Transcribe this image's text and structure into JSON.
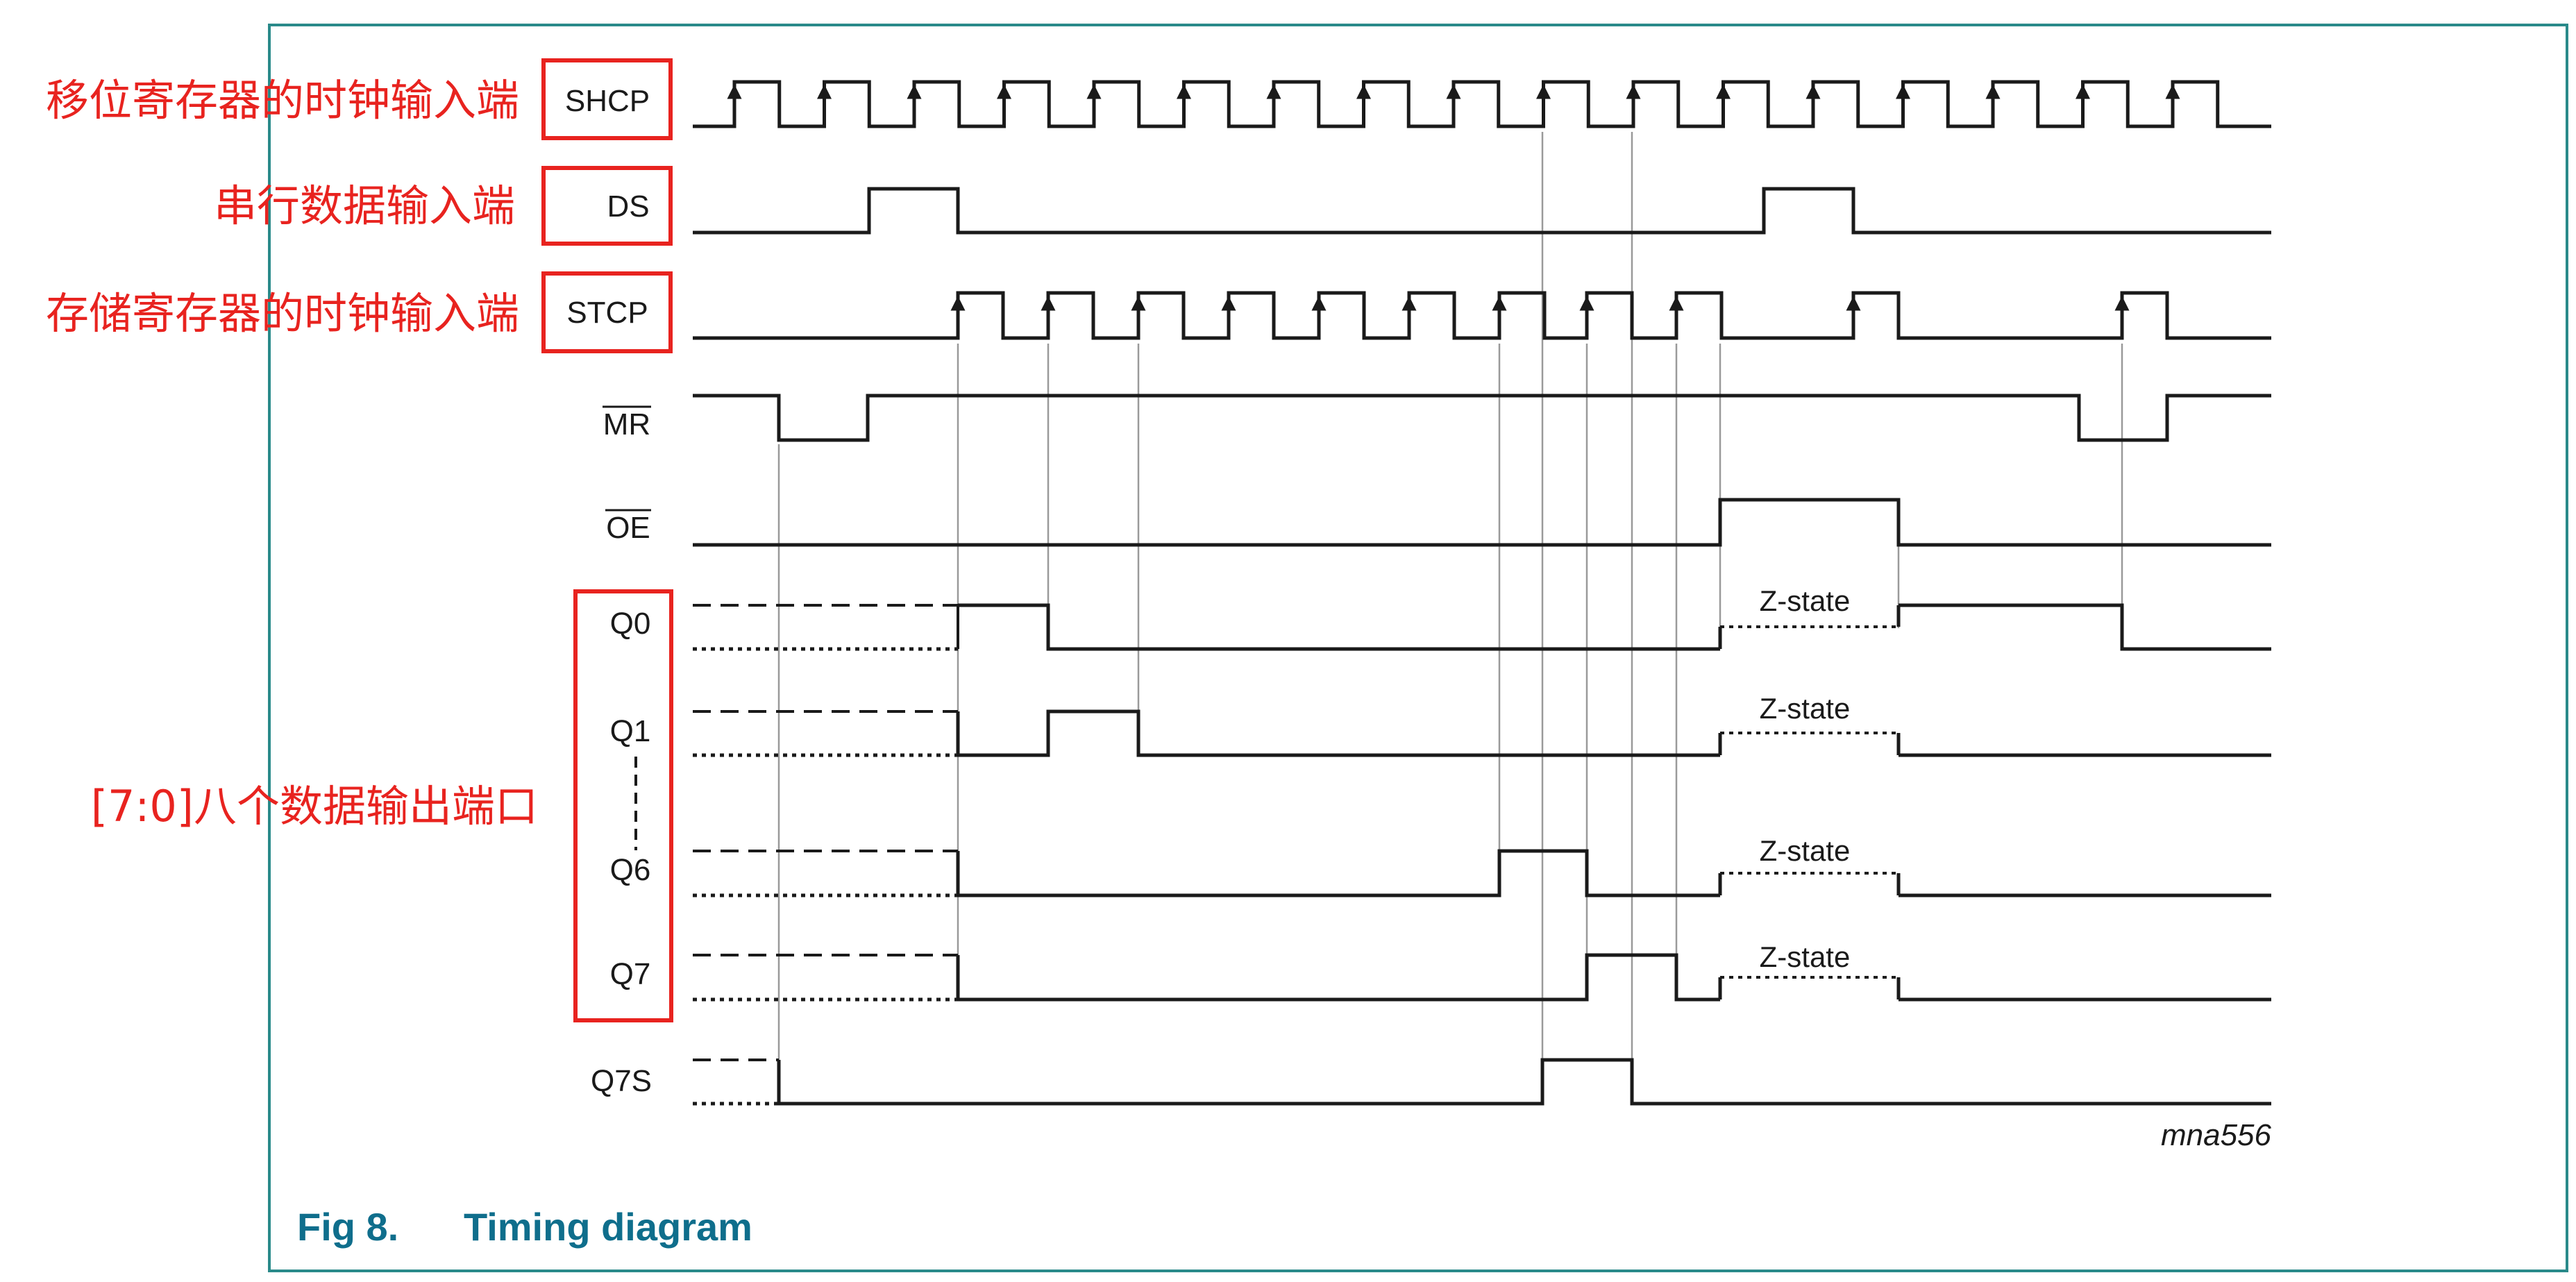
{
  "annotations": {
    "shcp": "移位寄存器的时钟输入端",
    "ds": "串行数据输入端",
    "stcp": "存储寄存器的时钟输入端",
    "outputs": "[7:0]八个数据输出端口"
  },
  "signals": {
    "shcp": "SHCP",
    "ds": "DS",
    "stcp": "STCP",
    "mr": "MR",
    "oe": "OE",
    "q0": "Q0",
    "q1": "Q1",
    "q6": "Q6",
    "q7": "Q7",
    "q7s": "Q7S"
  },
  "z_state": "Z-state",
  "figure_id": "mna556",
  "caption": {
    "number": "Fig 8.",
    "title": "Timing diagram"
  },
  "colors": {
    "frame": "#2a8a8a",
    "annotation": "#e8231f",
    "caption": "#0f6e8c",
    "waveform": "#1a1a1a",
    "guide": "#9a9a9a"
  }
}
